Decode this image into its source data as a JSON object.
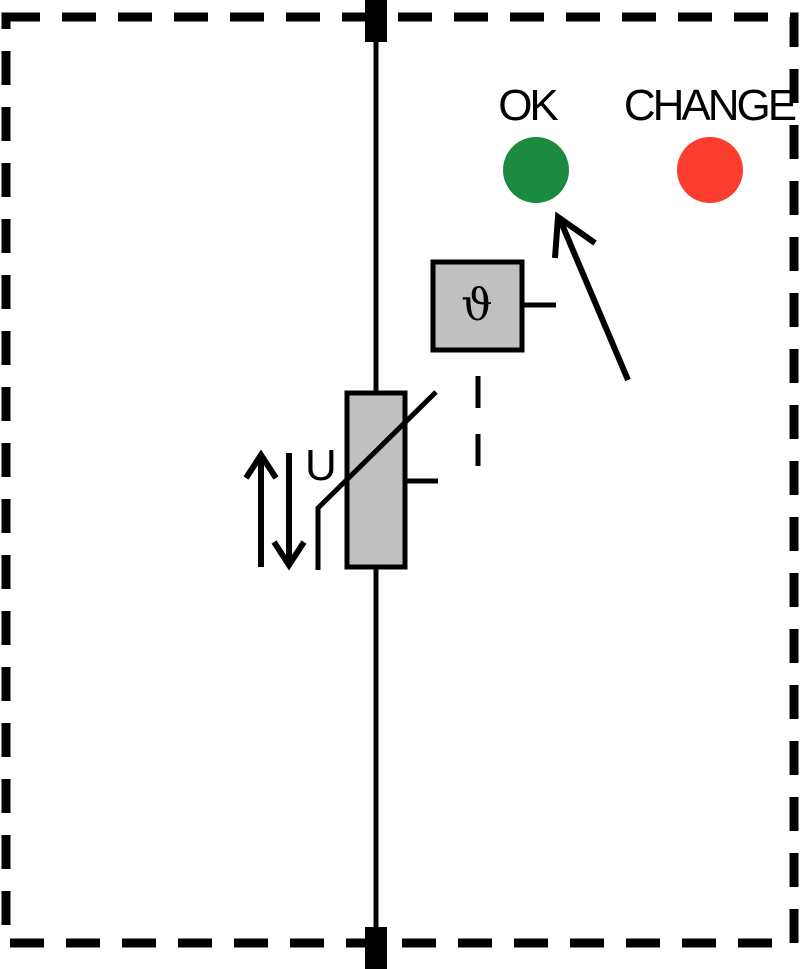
{
  "indicators": {
    "ok": {
      "label": "OK",
      "color": "#1a8a40"
    },
    "change": {
      "label": "CHANGE",
      "color": "#fb3d2d"
    }
  },
  "varistor": {
    "voltage_label": "U",
    "fill_color": "#c0c0c0"
  },
  "thermal_element": {
    "symbol": "ϑ",
    "fill_color": "#c0c0c0"
  },
  "colors": {
    "stroke": "#000000",
    "background": "#ffffff"
  }
}
